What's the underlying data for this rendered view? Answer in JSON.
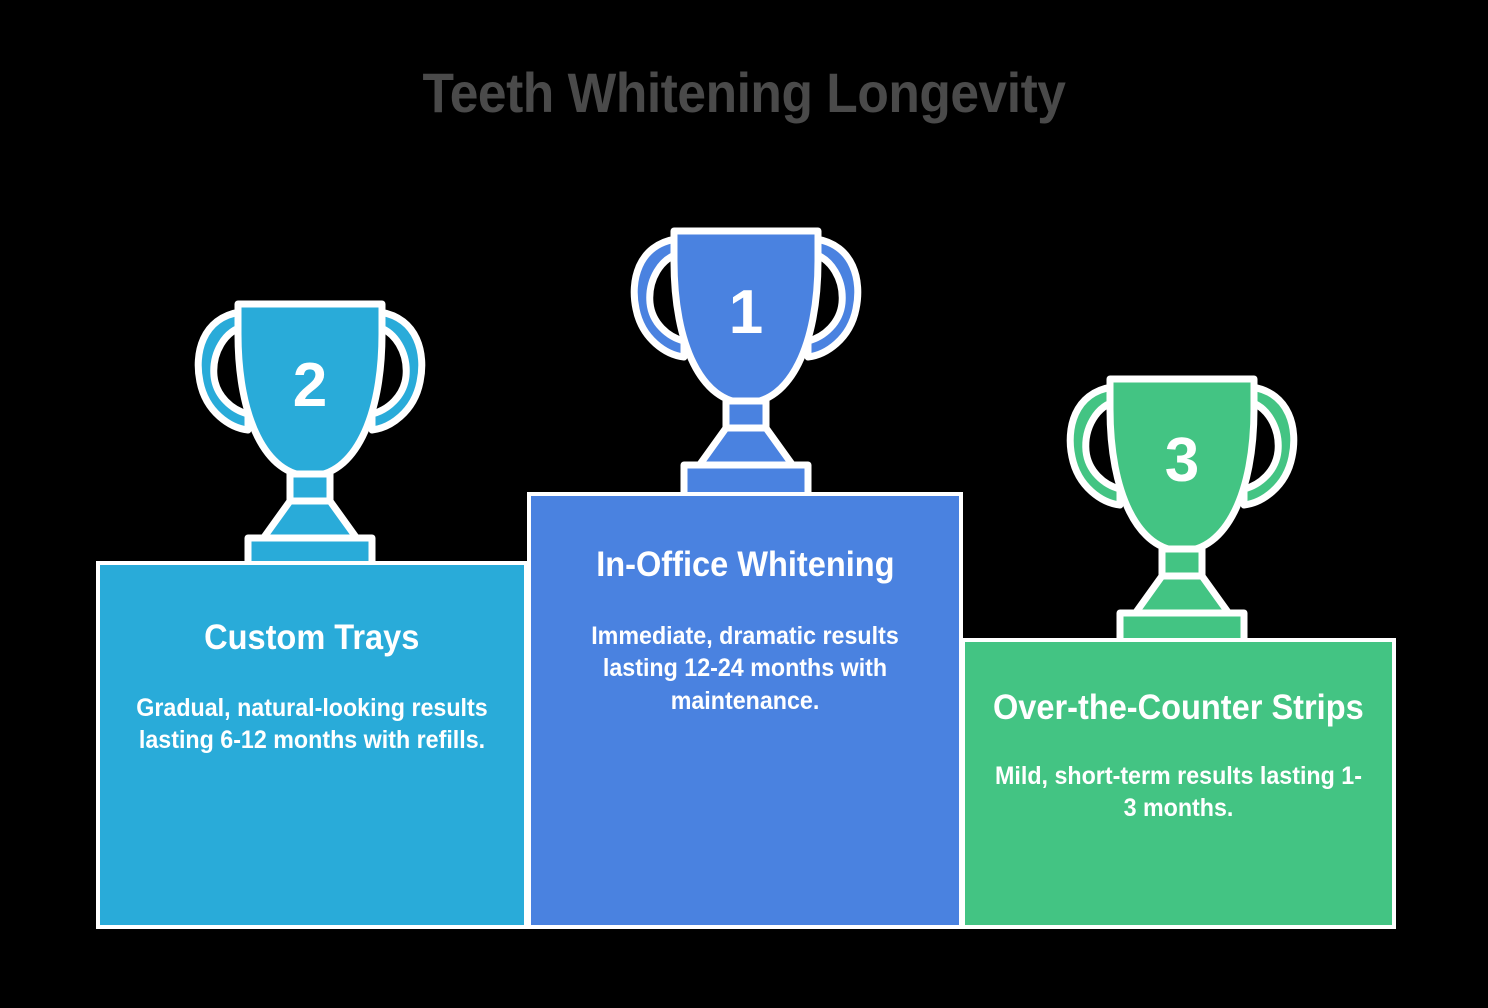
{
  "title": "Teeth Whitening Longevity",
  "colors": {
    "background": "#000000",
    "title_text": "#4a4a4a",
    "rank1": "#4a82e0",
    "rank2": "#29abd9",
    "rank3": "#43c483",
    "outline": "#ffffff",
    "block_text": "#ffffff"
  },
  "chart_data": {
    "type": "bar",
    "title": "Teeth Whitening Longevity",
    "xlabel": "",
    "ylabel": "",
    "categories": [
      "Custom Trays",
      "In-Office Whitening",
      "Over-the-Counter Strips"
    ],
    "values": [
      2,
      1,
      3
    ],
    "legend_position": "none",
    "grid": false
  },
  "podium": [
    {
      "rank": "2",
      "rank_label": "2",
      "name": "Custom Trays",
      "description": "Gradual, natural-looking results lasting 6-12 months with refills.",
      "color": "#29abd9",
      "trophy_icon": "trophy-icon"
    },
    {
      "rank": "1",
      "rank_label": "1",
      "name": "In-Office Whitening",
      "description": "Immediate, dramatic results lasting 12-24 months with maintenance.",
      "color": "#4a82e0",
      "trophy_icon": "trophy-icon"
    },
    {
      "rank": "3",
      "rank_label": "3",
      "name": "Over-the-Counter Strips",
      "description": "Mild, short-term results lasting 1-3 months.",
      "color": "#43c483",
      "trophy_icon": "trophy-icon"
    }
  ]
}
